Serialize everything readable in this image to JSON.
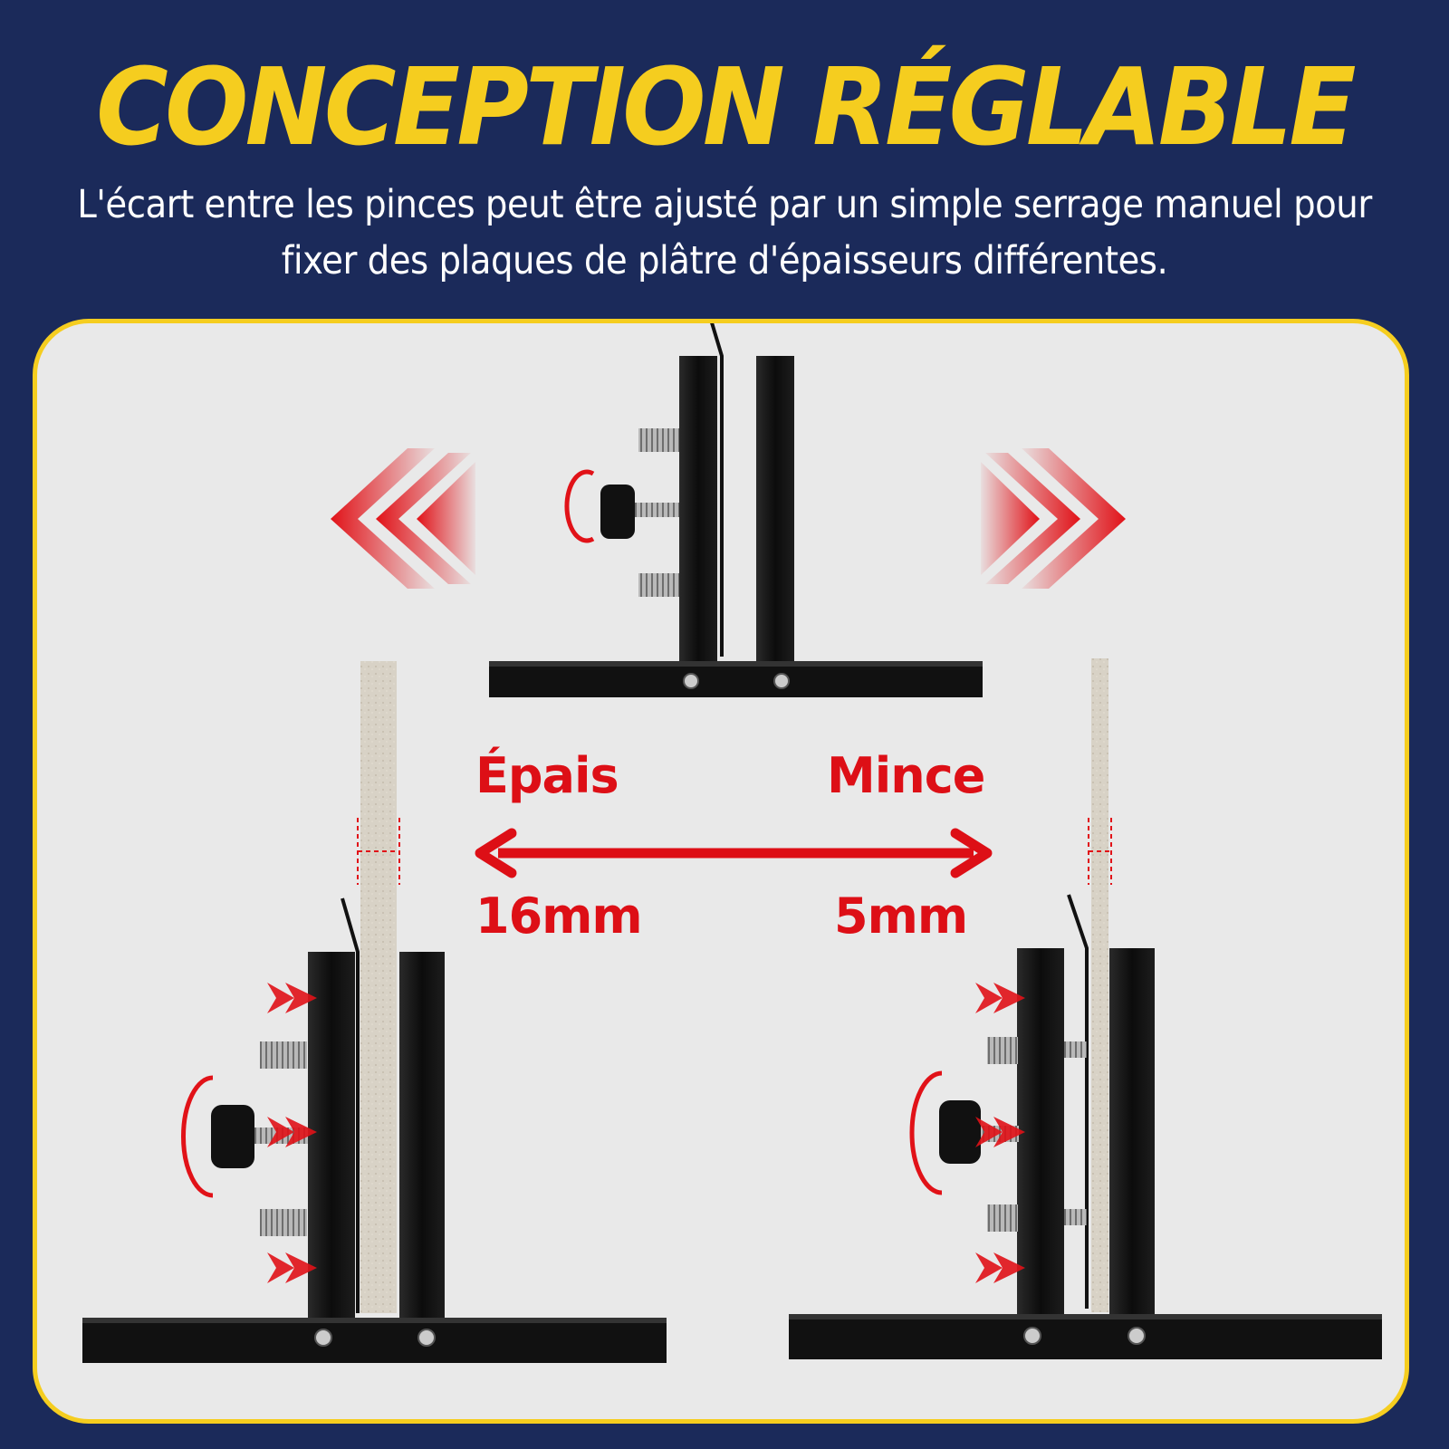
{
  "header": {
    "title": "CONCEPTION RÉGLABLE",
    "subtitle": "L'écart entre les pinces peut être ajusté par un simple serrage manuel pour fixer des plaques de plâtre d'épaisseurs différentes."
  },
  "diagram": {
    "left_label": "Épais",
    "right_label": "Mince",
    "left_value": "16mm",
    "right_value": "5mm"
  },
  "colors": {
    "background": "#1b2a5a",
    "title": "#f5cd1f",
    "panel_border": "#f5cd1f",
    "accent_red": "#dd0f16"
  }
}
